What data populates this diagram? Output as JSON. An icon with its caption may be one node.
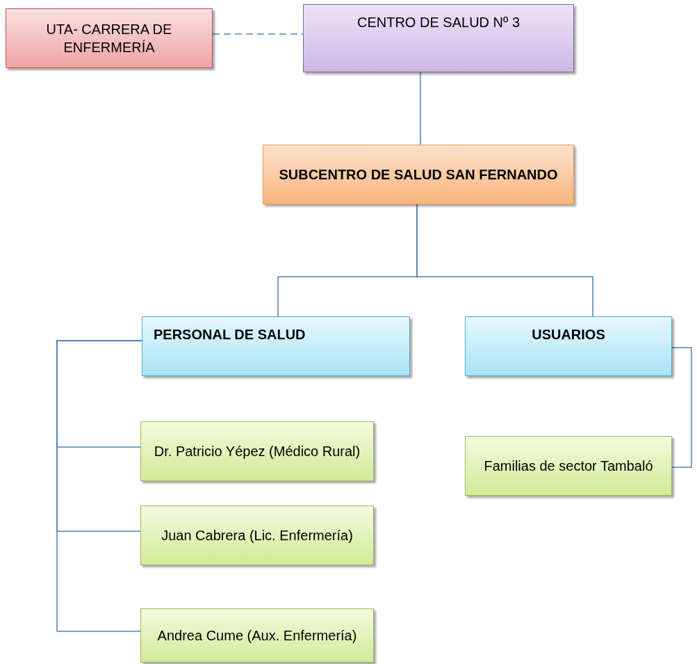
{
  "diagram": {
    "nodes": [
      {
        "text": [
          "UTA- CARRERA DE ENFERMERÍA"
        ]
      },
      {
        "text": [
          "CENTRO DE SALUD Nº 3"
        ]
      },
      {
        "text": [
          "SUBCENTRO DE SALUD SAN FERNANDO"
        ]
      },
      {
        "text": [
          "PERSONAL DE SALUD"
        ]
      },
      {
        "text": [
          "USUARIOS"
        ]
      },
      {
        "text": [
          "Dr. Patricio Yépez (Médico Rural)"
        ]
      },
      {
        "text": [
          "Juan Cabrera (Lic. Enfermería)"
        ]
      },
      {
        "text": [
          "Andrea Cume (Aux. Enfermería)"
        ]
      },
      {
        "text": [
          "Familias de sector Tambaló"
        ]
      }
    ],
    "edges": [
      {
        "from": 0,
        "to": 1,
        "arrow": "none",
        "style": "dashed"
      },
      {
        "from": 1,
        "to": 2,
        "arrow": "none"
      },
      {
        "from": 2,
        "to": 3,
        "arrow": "none"
      },
      {
        "from": 2,
        "to": 4,
        "arrow": "none"
      },
      {
        "from": 3,
        "to": 5,
        "arrow": "none"
      },
      {
        "from": 3,
        "to": 6,
        "arrow": "none"
      },
      {
        "from": 3,
        "to": 7,
        "arrow": "none"
      },
      {
        "from": 4,
        "to": 8,
        "arrow": "none"
      }
    ]
  }
}
